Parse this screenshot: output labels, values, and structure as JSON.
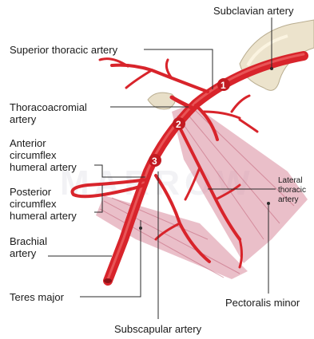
{
  "labels": {
    "subclavian": "Subclavian artery",
    "superior_thoracic": "Superior thoracic artery",
    "thoracoacromial": "Thoracoacromial\nartery",
    "anterior_circumflex": "Anterior\ncircumflex\nhumeral artery",
    "posterior_circumflex": "Posterior\ncircumflex\nhumeral artery",
    "brachial": "Brachial\nartery",
    "teres_major": "Teres major",
    "subscapular": "Subscapular artery",
    "lateral_thoracic": "Lateral\nthoracic\nartery",
    "pectoralis_minor": "Pectoralis minor"
  },
  "part_numbers": [
    "1",
    "2",
    "3"
  ],
  "watermark": "MARROW",
  "colors": {
    "artery": "#d8242b",
    "artery_highlight": "#f06a6a",
    "muscle": "#d98a9c",
    "bone": "#e8dfc8",
    "leader": "#2a2a2a"
  }
}
